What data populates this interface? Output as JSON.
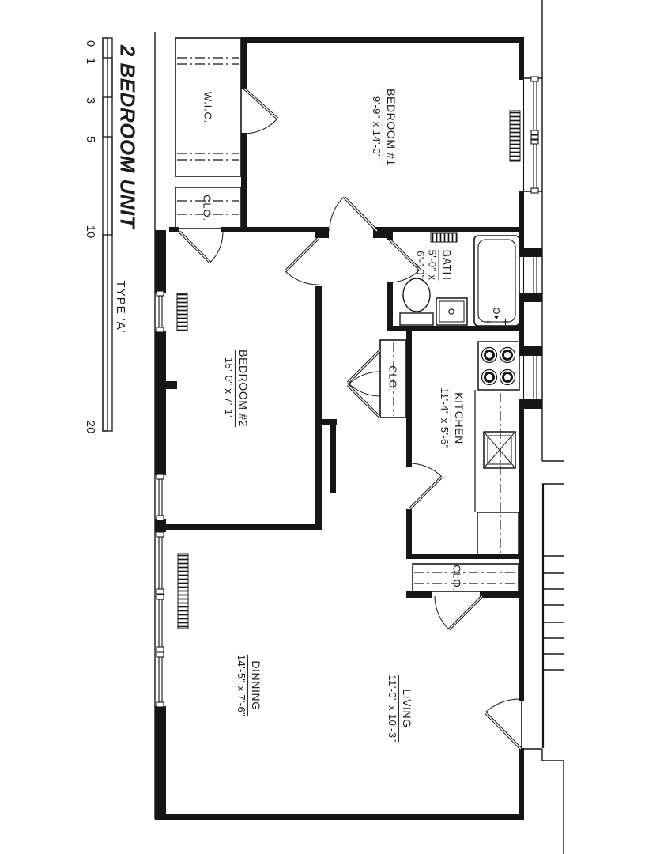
{
  "title": "2 BEDROOM UNIT",
  "plan_type": "TYPE 'A'",
  "scale": {
    "ticks": [
      "0",
      "1",
      "3",
      "5",
      "10",
      "20"
    ]
  },
  "rooms": {
    "bedroom1": {
      "name": "BEDROOM #1",
      "dim1": "9'-9\" x 14'-0\""
    },
    "bedroom2": {
      "name": "BEDROOM #2",
      "dim1": "15'-0\" x 7'-1\""
    },
    "bath": {
      "name": "BATH",
      "dim1": "5'-0\" x",
      "dim2": "6'-10\""
    },
    "kitchen": {
      "name": "KITCHEN",
      "dim1": "11'-4\" x 5'-6\""
    },
    "dinning": {
      "name": "DINNING",
      "dim1": "14'-5\" x 7'-6\""
    },
    "living": {
      "name": "LIVING",
      "dim1": "11'-0\" x 10'-3\""
    }
  },
  "closets": {
    "wic": "W.I.C.",
    "clo_hall": "CLO.",
    "clo_bedroom2": "CLO.",
    "clo_coat": "CLO."
  },
  "colors": {
    "line": "#161616",
    "background": "#ffffff"
  }
}
